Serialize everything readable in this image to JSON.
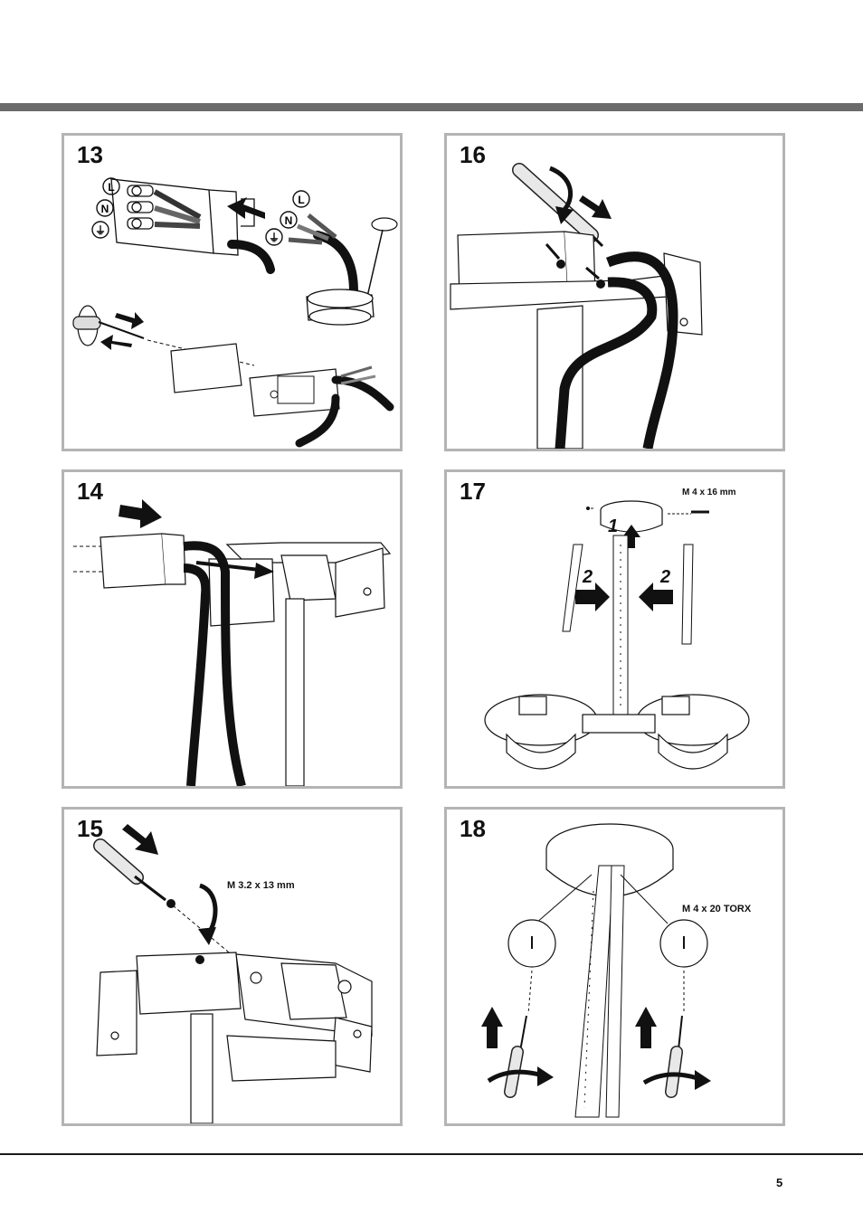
{
  "panels": [
    {
      "step": "13"
    },
    {
      "step": "14"
    },
    {
      "step": "15",
      "callout": "M 3.2 x 13 mm"
    },
    {
      "step": "16"
    },
    {
      "step": "17",
      "callout": "M 4 x 16 mm",
      "sequence": [
        "1",
        "2",
        "2"
      ]
    },
    {
      "step": "18",
      "callout": "M 4 x 20 TORX"
    }
  ],
  "terminal_labels": [
    "L",
    "N",
    "⏚"
  ],
  "footer": {
    "page_number": "5"
  },
  "colors": {
    "frame": "#b4b4b4",
    "header_bar": "#6b6b6b",
    "ink": "#111111"
  }
}
